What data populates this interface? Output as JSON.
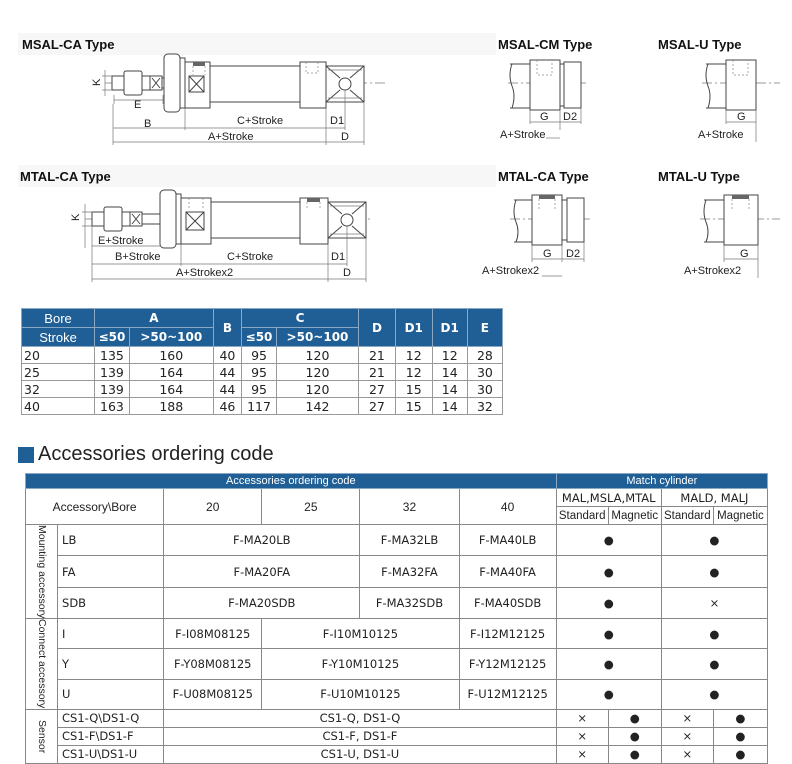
{
  "drawings": {
    "msal_ca": {
      "title": "MSAL-CA Type",
      "dims": {
        "k": "K",
        "e": "E",
        "b": "B",
        "c": "C+Stroke",
        "d1": "D1",
        "a": "A+Stroke",
        "d": "D"
      }
    },
    "msal_cm": {
      "title": "MSAL-CM Type",
      "dims": {
        "g": "G",
        "d2": "D2",
        "a": "A+Stroke"
      }
    },
    "msal_u": {
      "title": "MSAL-U Type",
      "dims": {
        "g": "G",
        "a": "A+Stroke"
      }
    },
    "mtal_ca": {
      "title": "MTAL-CA Type",
      "dims": {
        "k": "K",
        "e": "E+Stroke",
        "b": "B+Stroke",
        "c": "C+Stroke",
        "d1": "D1",
        "a": "A+Strokex2",
        "d": "D"
      }
    },
    "mtal_ca_end": {
      "title": "MTAL-CA Type",
      "dims": {
        "g": "G",
        "d2": "D2",
        "a": "A+Strokex2"
      }
    },
    "mtal_u": {
      "title": "MTAL-U Type",
      "dims": {
        "g": "G",
        "a": "A+Strokex2"
      }
    }
  },
  "dimension_table": {
    "header": {
      "bore": "Bore",
      "stroke": "Stroke",
      "a": "A",
      "b": "B",
      "c": "C",
      "d": "D",
      "d1a": "D1",
      "d1b": "D1",
      "e": "E",
      "a_le50": "≤50",
      "a_gt50": ">50~100",
      "c_le50": "≤50",
      "c_gt50": ">50~100"
    },
    "rows": [
      [
        "20",
        "135",
        "160",
        "40",
        "95",
        "120",
        "21",
        "12",
        "12",
        "28"
      ],
      [
        "25",
        "139",
        "164",
        "44",
        "95",
        "120",
        "21",
        "12",
        "14",
        "30"
      ],
      [
        "32",
        "139",
        "164",
        "44",
        "95",
        "120",
        "27",
        "15",
        "14",
        "30"
      ],
      [
        "40",
        "163",
        "188",
        "46",
        "117",
        "142",
        "27",
        "15",
        "14",
        "32"
      ]
    ]
  },
  "accessories": {
    "section_title": "Accessories ordering code",
    "header": {
      "ordering_code": "Accessories ordering code",
      "match_cylinder": "Match cylinder",
      "accessory_bore": "Accessory\\Bore",
      "bores": [
        "20",
        "25",
        "32",
        "40"
      ],
      "group1": "MAL,MSLA,MTAL",
      "group2": "MALD, MALJ",
      "standard": "Standard",
      "magnetic": "Magnetic"
    },
    "groups": {
      "mounting": "Mounting accessory",
      "connect": "Connect accessory",
      "sensor": "Sensor"
    },
    "mounting": [
      {
        "name": "LB",
        "code_20_25": "F-MA20LB",
        "code_32": "F-MA32LB",
        "code_40": "F-MA40LB",
        "g1": "●",
        "g2": "●"
      },
      {
        "name": "FA",
        "code_20_25": "F-MA20FA",
        "code_32": "F-MA32FA",
        "code_40": "F-MA40FA",
        "g1": "●",
        "g2": "●"
      },
      {
        "name": "SDB",
        "code_20_25": "F-MA20SDB",
        "code_32": "F-MA32SDB",
        "code_40": "F-MA40SDB",
        "g1": "●",
        "g2": "×"
      }
    ],
    "connect": [
      {
        "name": "I",
        "code_20": "F-I08M08125",
        "code_25_32": "F-I10M10125",
        "code_40": "F-I12M12125",
        "g1": "●",
        "g2": "●"
      },
      {
        "name": "Y",
        "code_20": "F-Y08M08125",
        "code_25_32": "F-Y10M10125",
        "code_40": "F-Y12M12125",
        "g1": "●",
        "g2": "●"
      },
      {
        "name": "U",
        "code_20": "F-U08M08125",
        "code_25_32": "F-U10M10125",
        "code_40": "F-U12M12125",
        "g1": "●",
        "g2": "●"
      }
    ],
    "sensor": [
      {
        "name": "CS1-Q\\DS1-Q",
        "code": "CS1-Q,  DS1-Q",
        "g1_std": "×",
        "g1_mag": "●",
        "g2_std": "×",
        "g2_mag": "●"
      },
      {
        "name": "CS1-F\\DS1-F",
        "code": "CS1-F,  DS1-F",
        "g1_std": "×",
        "g1_mag": "●",
        "g2_std": "×",
        "g2_mag": "●"
      },
      {
        "name": "CS1-U\\DS1-U",
        "code": "CS1-U,  DS1-U",
        "g1_std": "×",
        "g1_mag": "●",
        "g2_std": "×",
        "g2_mag": "●"
      }
    ]
  }
}
